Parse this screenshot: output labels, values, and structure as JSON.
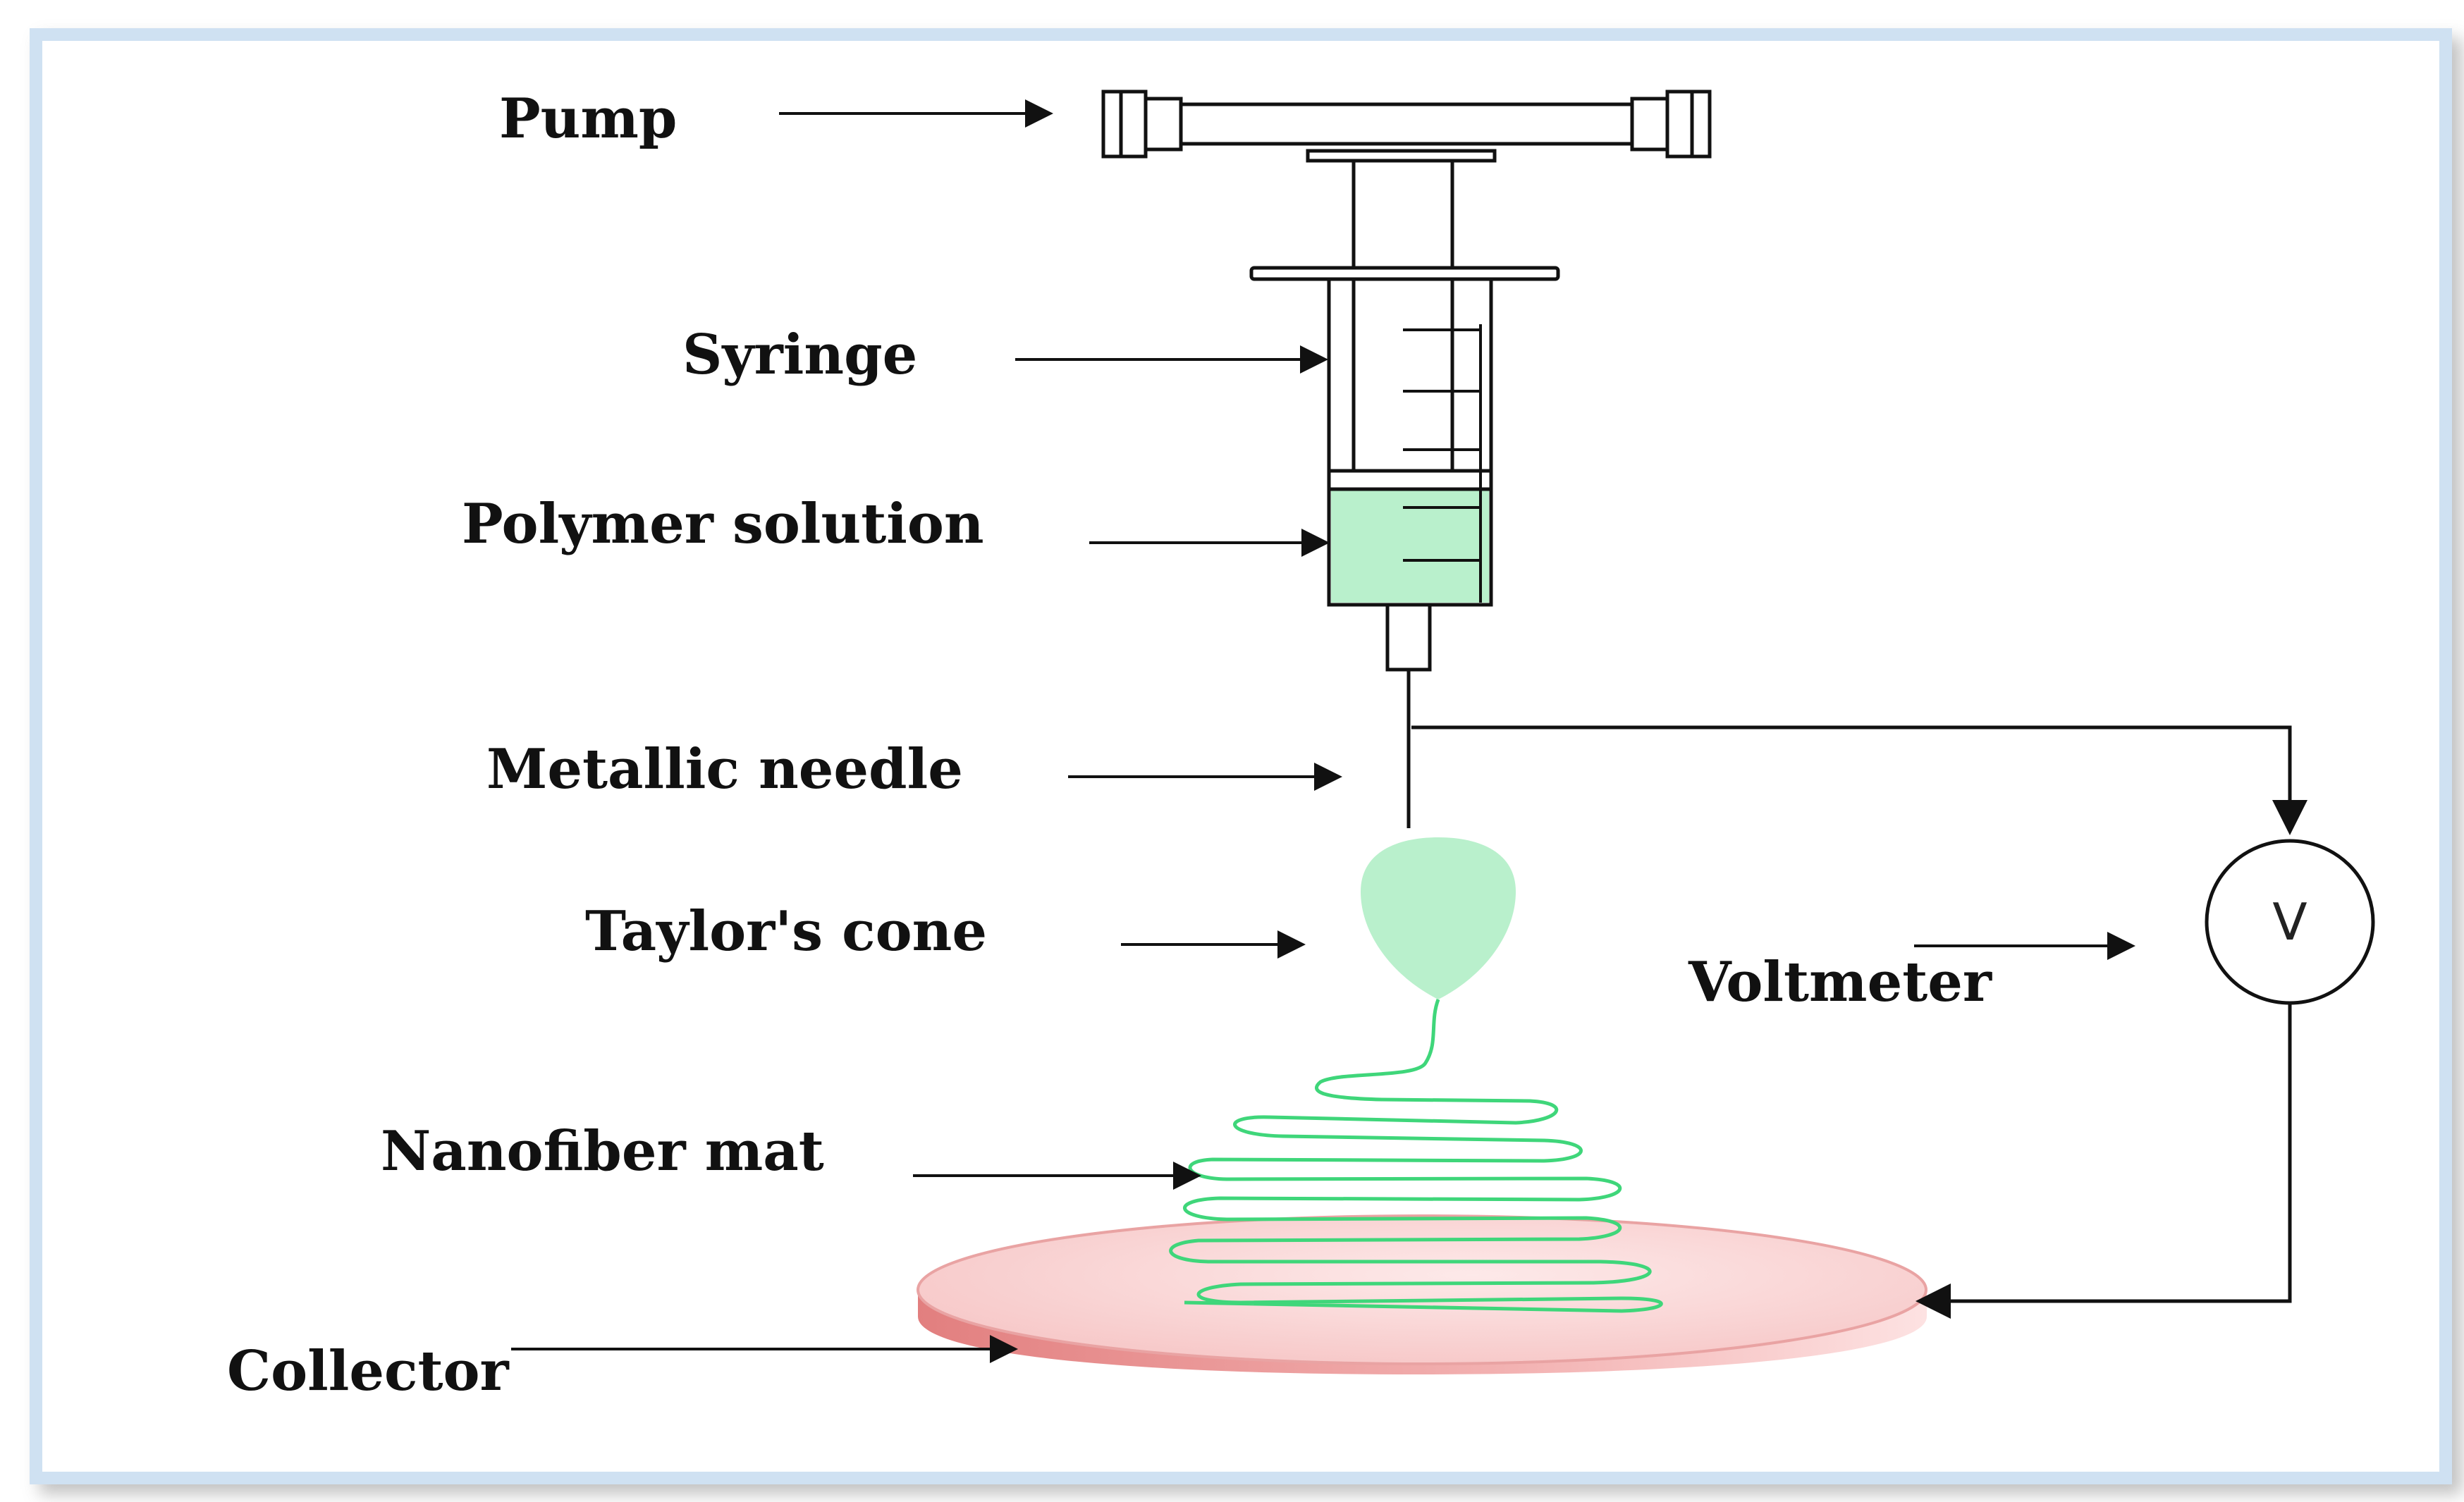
{
  "labels": {
    "pump": "Pump",
    "syringe": "Syringe",
    "polymer_solution": "Polymer solution",
    "metallic_needle": "Metallic needle",
    "taylors_cone": "Taylor's cone",
    "nanofiber_mat": "Nanofiber mat",
    "collector": "Collector",
    "voltmeter": "Voltmeter"
  },
  "voltmeter_symbol": "V",
  "colors": {
    "frame_border": "#cfe1f2",
    "solution_green": "#b9f0cc",
    "fiber_green": "#3fd67a",
    "collector_pink": "#f6c9c9",
    "collector_edge": "#e58f8f",
    "line": "#111111"
  }
}
